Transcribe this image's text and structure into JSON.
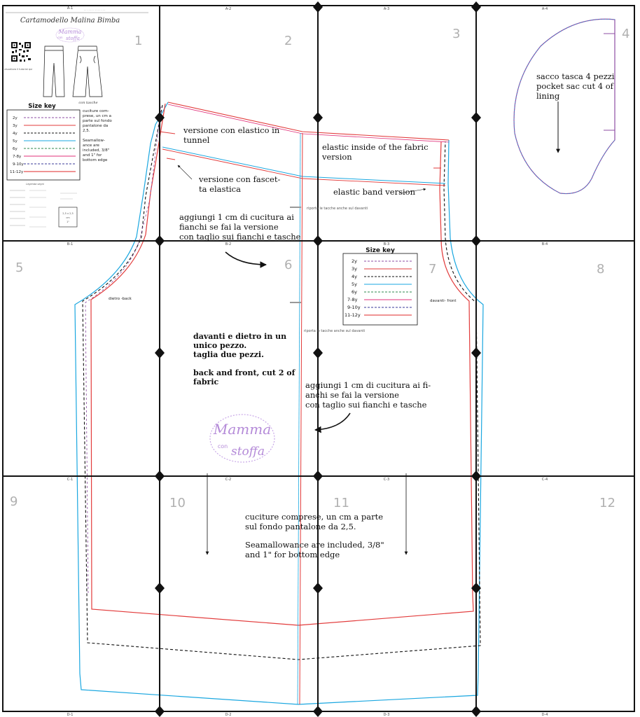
{
  "page_numbers": [
    "1",
    "2",
    "3",
    "4",
    "5",
    "6",
    "7",
    "8",
    "9",
    "10",
    "11",
    "12"
  ],
  "grid_refs": [
    "A-1",
    "A-2",
    "A-3",
    "A-4",
    "B-1",
    "B-2",
    "B-3",
    "B-4",
    "C-1",
    "C-2",
    "C-3",
    "C-4",
    "D-1",
    "D-2",
    "D-3",
    "D-4"
  ],
  "colors": {
    "y2": "#8e4ea3",
    "y3": "#e23b3b",
    "y4": "#111111",
    "y5": "#1aa7e0",
    "y6": "#2c8a4e",
    "y78": "#e0307a",
    "y910": "#3a3a9a",
    "y1112": "#e02828",
    "accent": "#b48ad8"
  },
  "cover": {
    "title": "Cartamodello Malina Bimba",
    "logo_word1": "Mamma",
    "logo_word2": "con",
    "logo_word3": "stoffa",
    "qr_caption": "visualizza il tutorial qui",
    "drawing_caption": "con tasche",
    "size_key_title": "Size key",
    "sizes": [
      "2y",
      "3y",
      "4y",
      "5y",
      "6y",
      "7-8y",
      "9-10y",
      "11-12y"
    ],
    "seam_it": [
      "cuciture com-",
      "prese, un cm a",
      "parte sul fondo",
      "pantalone da",
      "2,5."
    ],
    "seam_en": [
      "Seamallow-",
      "ance are",
      "included, 3/8\"",
      "and 1\" for",
      "bottom edge"
    ],
    "legend_title": "Legenda segni",
    "square_label": [
      "2,5 x 2,5",
      "cm",
      "1\""
    ]
  },
  "annotations": {
    "tunnel_it": [
      "versione con elastico in",
      "tunnel"
    ],
    "tunnel_en": [
      "elastic inside of the fabric",
      "version"
    ],
    "band_it": [
      "versione con fascet-",
      "ta elastica"
    ],
    "band_en": "elastic band version",
    "pocket": [
      "sacco tasca 4 pezzi",
      "pocket sac cut 4 of",
      "lining"
    ],
    "hip_note_1": [
      "aggiungi 1 cm di cucitura ai",
      "fianchi se fai la versione",
      "con taglio sui fianchi e tasche"
    ],
    "hip_note_2": [
      "aggiungi 1 cm di cucitura ai fi-",
      "anchi se fai la versione",
      "con taglio sui fianchi e tasche"
    ],
    "notch_note_1": "riporta le tacche anche sul davanti",
    "notch_note_2": "riporta le tacche anche sul davanti",
    "back_label": "dietro -back",
    "front_label": "davanti- front",
    "onepiece": [
      "davanti e dietro in un",
      "unico pezzo.",
      "taglia due pezzi.",
      "",
      "back and front, cut 2 of",
      "fabric"
    ],
    "seam_bottom": [
      "cuciture comprese, un cm a parte",
      "sul fondo pantalone da 2,5.",
      "",
      "Seamallowance are included, 3/8\"",
      "and 1\" for bottom edge"
    ]
  },
  "size_key_box": {
    "title": "Size key",
    "sizes": [
      "2y",
      "3y",
      "4y",
      "5y",
      "6y",
      "7-8y",
      "9-10y",
      "11-12y"
    ]
  }
}
